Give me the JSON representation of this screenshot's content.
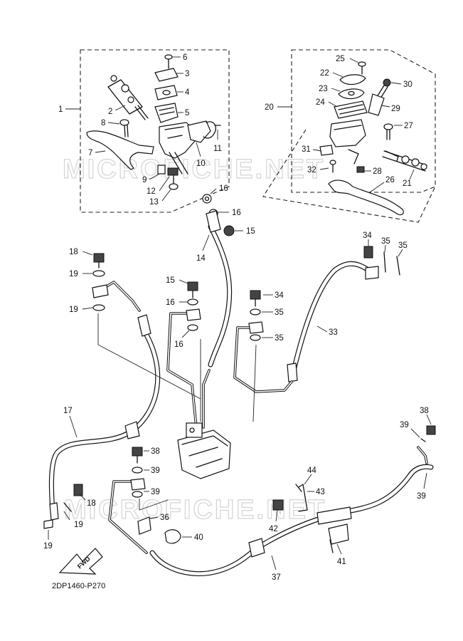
{
  "diagram": {
    "code": "2DP1460-P270",
    "watermark_text": "MICROFICHE.NET",
    "fwd_label": "FWD",
    "callouts": [
      "1",
      "2",
      "3",
      "4",
      "5",
      "6",
      "7",
      "8",
      "9",
      "10",
      "11",
      "12",
      "13",
      "14",
      "15",
      "16",
      "17",
      "18",
      "19",
      "20",
      "21",
      "22",
      "23",
      "24",
      "25",
      "26",
      "27",
      "28",
      "29",
      "30",
      "31",
      "32",
      "33",
      "34",
      "35",
      "36",
      "37",
      "38",
      "39",
      "40",
      "41",
      "42",
      "43",
      "44"
    ]
  }
}
